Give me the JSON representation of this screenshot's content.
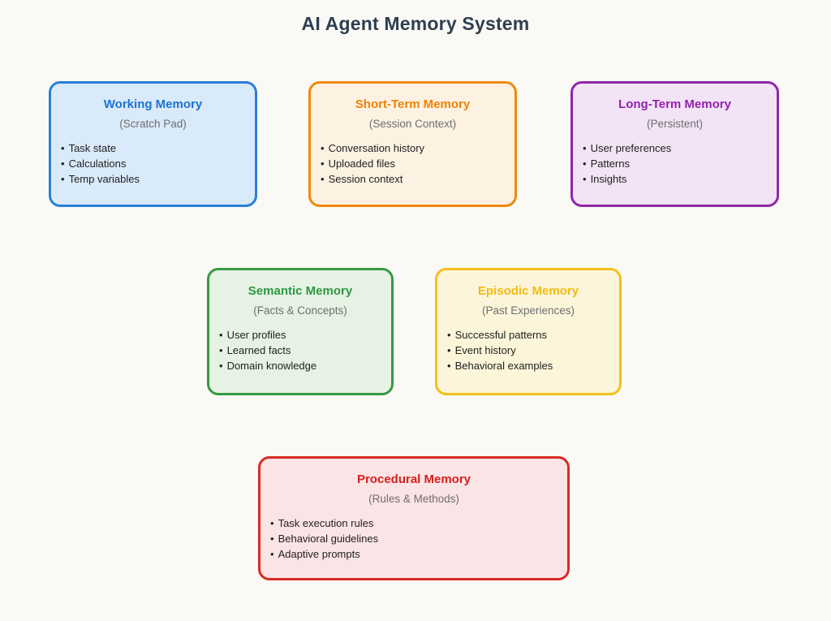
{
  "title": "AI Agent Memory System",
  "bullet": "•",
  "title_color": "#2e3f50",
  "background_color": "#faf9f5",
  "boxes": [
    {
      "title": "Working Memory",
      "subtitle": "(Scratch Pad)",
      "items": [
        "Task state",
        "Calculations",
        "Temp variables"
      ],
      "colors": {
        "border": "#2b7fd6",
        "background": "#d9eafa",
        "title": "#1c72d4"
      }
    },
    {
      "title": "Short-Term Memory",
      "subtitle": "(Session Context)",
      "items": [
        "Conversation history",
        "Uploaded files",
        "Session context"
      ],
      "colors": {
        "border": "#ee8a0e",
        "background": "#fdf2e2",
        "title": "#f08200"
      }
    },
    {
      "title": "Long-Term Memory",
      "subtitle": "(Persistent)",
      "items": [
        "User preferences",
        "Patterns",
        "Insights"
      ],
      "colors": {
        "border": "#8e28a8",
        "background": "#f3e3f7",
        "title": "#941fae"
      }
    },
    {
      "title": "Semantic Memory",
      "subtitle": "(Facts & Concepts)",
      "items": [
        "User profiles",
        "Learned facts",
        "Domain knowledge"
      ],
      "colors": {
        "border": "#379a42",
        "background": "#e5f2e4",
        "title": "#2e9740"
      }
    },
    {
      "title": "Episodic Memory",
      "subtitle": "(Past Experiences)",
      "items": [
        "Successful patterns",
        "Event history",
        "Behavioral examples"
      ],
      "colors": {
        "border": "#f3c01c",
        "background": "#fcf5da",
        "title": "#f2bb13"
      }
    },
    {
      "title": "Procedural Memory",
      "subtitle": "(Rules & Methods)",
      "items": [
        "Task execution rules",
        "Behavioral guidelines",
        "Adaptive prompts"
      ],
      "colors": {
        "border": "#d92b26",
        "background": "#fbe4e6",
        "title": "#d6201d"
      }
    }
  ]
}
